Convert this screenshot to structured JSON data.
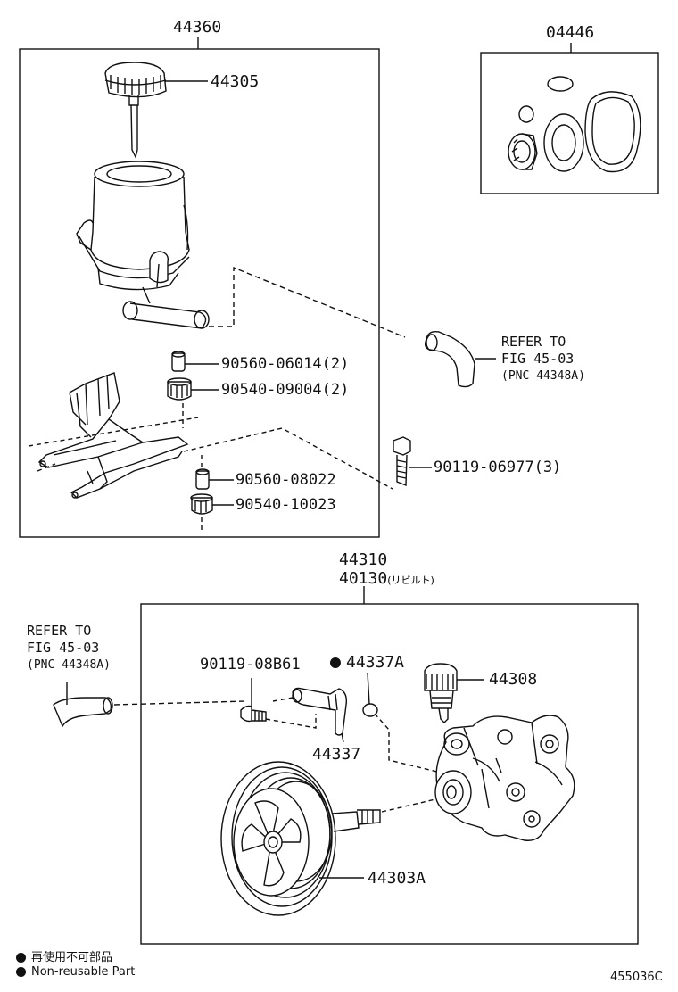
{
  "labels": {
    "assy_reservoir": "44360",
    "cap": "44305",
    "gasket_kit": "04446",
    "sleeve_1": "90560-06014(2)",
    "cushion_1": "90540-09004(2)",
    "bolt_1": "90119-06977(3)",
    "sleeve_2": "90560-08022",
    "cushion_2": "90540-10023",
    "pump_assy": "44310",
    "pump_rebuilt": "40130",
    "pump_rebuilt_note": "(リビルト)",
    "bolt_2": "90119-08B61",
    "union_oring": "44337A",
    "union": "44337",
    "valve": "44308",
    "pulley": "44303A"
  },
  "refs": [
    {
      "line1": "REFER TO",
      "line2": "FIG 45-03",
      "line3": "(PNC 44348A)"
    },
    {
      "line1": "REFER TO",
      "line2": "FIG 45-03",
      "line3": "(PNC 44348A)"
    }
  ],
  "legend": {
    "jp": "再使用不可部品",
    "en": "Non-reusable Part"
  },
  "figure_code": "455036C"
}
